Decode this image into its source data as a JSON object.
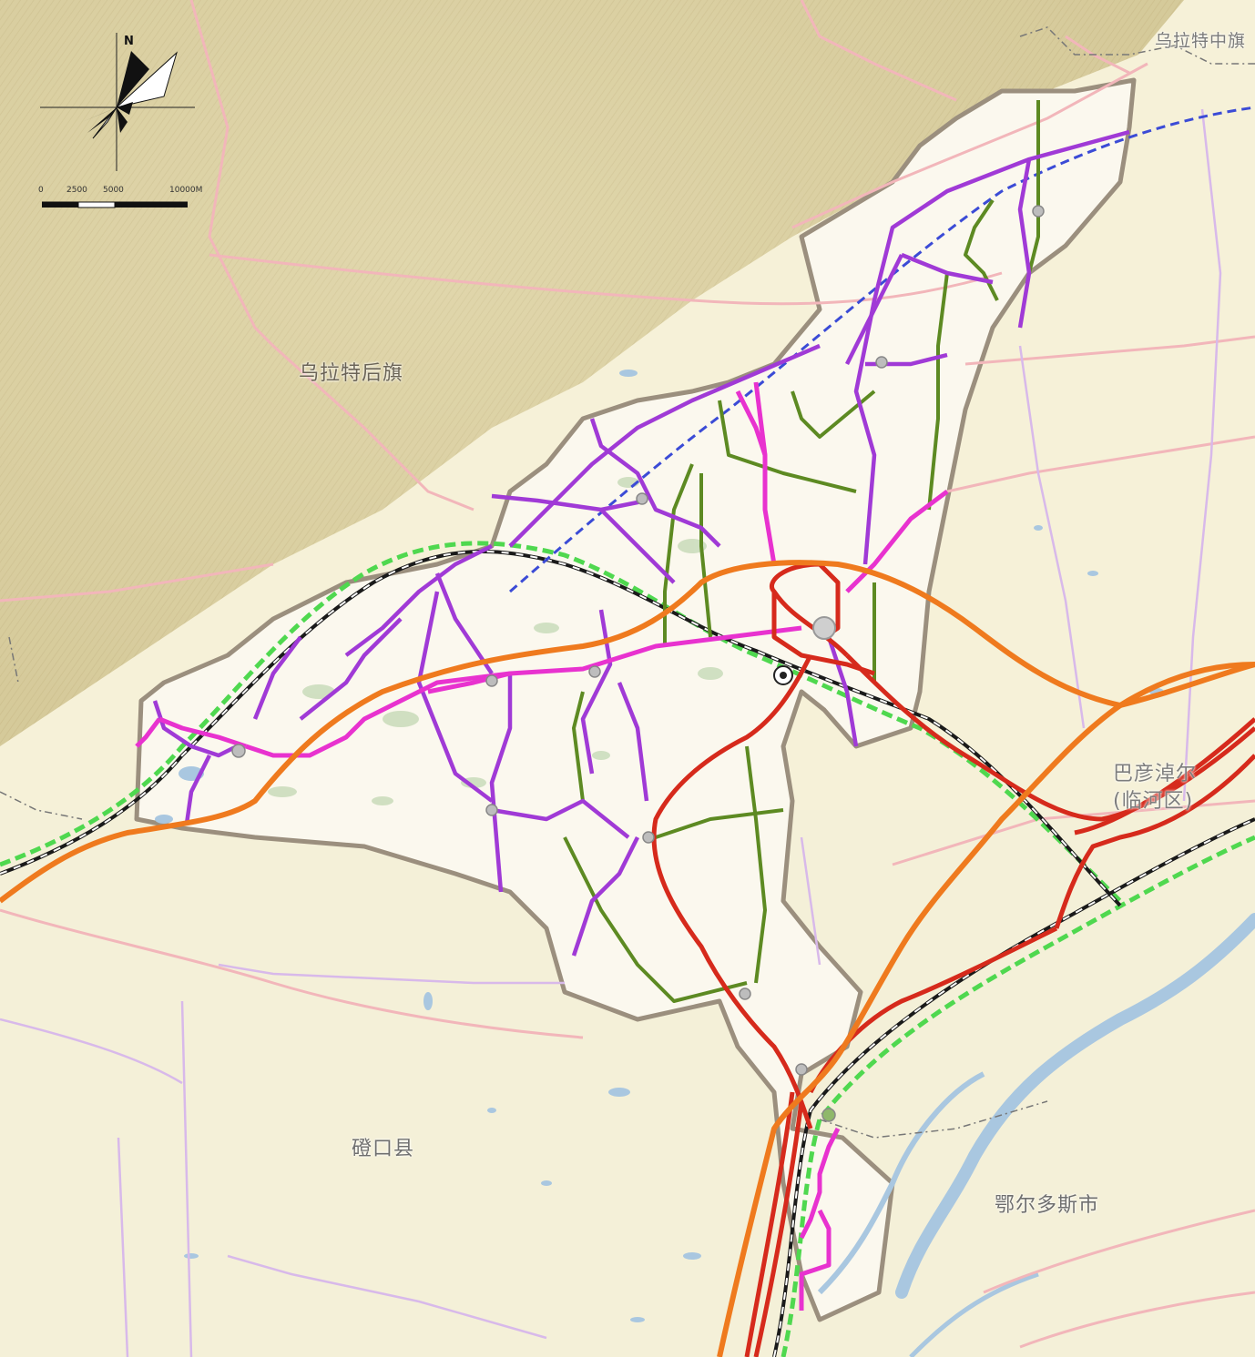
{
  "map": {
    "place_labels": {
      "wulate_houqi": "乌拉特后旗",
      "wulate_zhongqi": "乌拉特中旗",
      "bayannaoer": "巴彦淖尔",
      "linhe": "(临河区)",
      "dengkou": "磴口县",
      "eerduosi": "鄂尔多斯市"
    },
    "compass": {
      "north_label": "N",
      "icon": "north-arrow-windrose-icon"
    },
    "scale_bar": {
      "ticks": [
        "0",
        "2500",
        "5000",
        "10000M"
      ],
      "unit": "M"
    },
    "colors": {
      "background_plain": "#f6f1d8",
      "mountain": "#d9cfa3",
      "district_fill": "#fbf8ee",
      "district_border": "#9b8f7e",
      "admin_boundary": "#f2b6ba",
      "highway_orange": "#ef7a1e",
      "national_red": "#d62a1c",
      "provincial_purple": "#a03ad6",
      "planned_magenta": "#e832cf",
      "county_green": "#5d8a22",
      "railway_black": "#1a1a1a",
      "railway_green_dash": "#4fd84f",
      "railway_blue_dash": "#3b4bd6",
      "river": "#a9c7e0",
      "minor_road": "#d8b9ea"
    }
  }
}
